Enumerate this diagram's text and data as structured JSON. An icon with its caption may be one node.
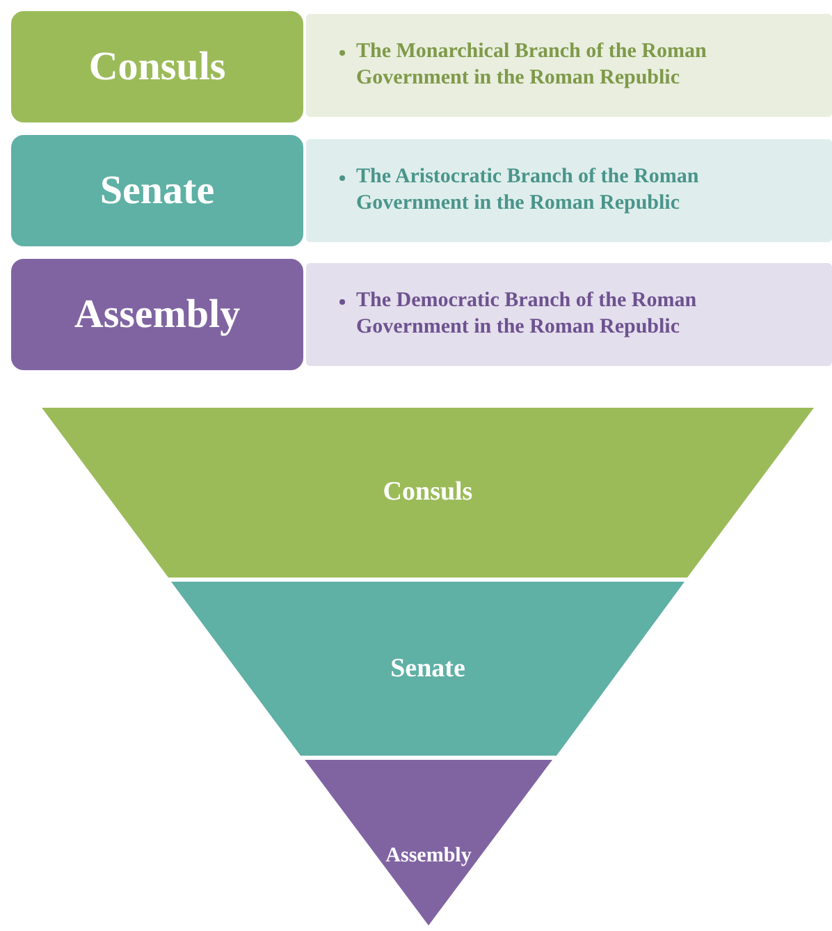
{
  "diagram": {
    "nodes": [
      {
        "text": [
          "Consuls"
        ]
      },
      {
        "text": [
          "The Monarchical Branch of the Roman Government in the Roman Republic"
        ]
      },
      {
        "text": [
          "Senate"
        ]
      },
      {
        "text": [
          "The Aristocratic Branch of the Roman Government in the Roman Republic"
        ]
      },
      {
        "text": [
          "Assembly"
        ]
      },
      {
        "text": [
          "The Democratic Branch of the Roman Government in the Roman Republic"
        ]
      },
      {
        "text": [
          "Consuls"
        ]
      },
      {
        "text": [
          "Senate"
        ]
      },
      {
        "text": [
          "Assembly"
        ]
      }
    ]
  }
}
